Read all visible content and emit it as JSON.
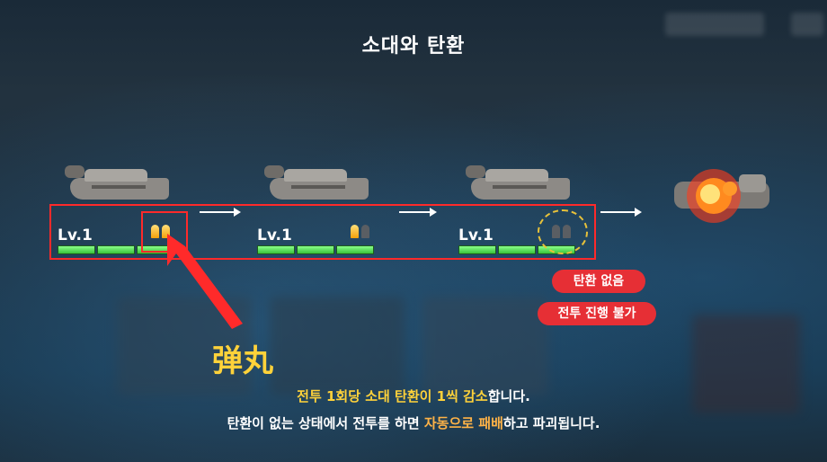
{
  "title": "소대와 탄환",
  "units": [
    {
      "level": "Lv.1",
      "hp_bars": 3,
      "ammo": [
        "full",
        "full"
      ]
    },
    {
      "level": "Lv.1",
      "hp_bars": 3,
      "ammo": [
        "full",
        "empty"
      ]
    },
    {
      "level": "Lv.1",
      "hp_bars": 3,
      "ammo": [
        "empty",
        "empty"
      ]
    }
  ],
  "annotation": {
    "bullet_label": "弹丸",
    "no_ammo": "탄환 없음",
    "cannot_battle": "전투 진행 불가"
  },
  "message": {
    "line1_part1": "전투 1회당 소대 탄환이 1씩 감소",
    "line1_part2": "합니다.",
    "line2_part1": "탄환이 없는 상태에서 전투를 하면 ",
    "line2_part2": "자동으로 패배",
    "line2_part3": "하고 파괴됩니다."
  },
  "colors": {
    "accent_red": "#e62f35",
    "highlight_yellow": "#ffd23a",
    "hp_green": "#39c239"
  }
}
